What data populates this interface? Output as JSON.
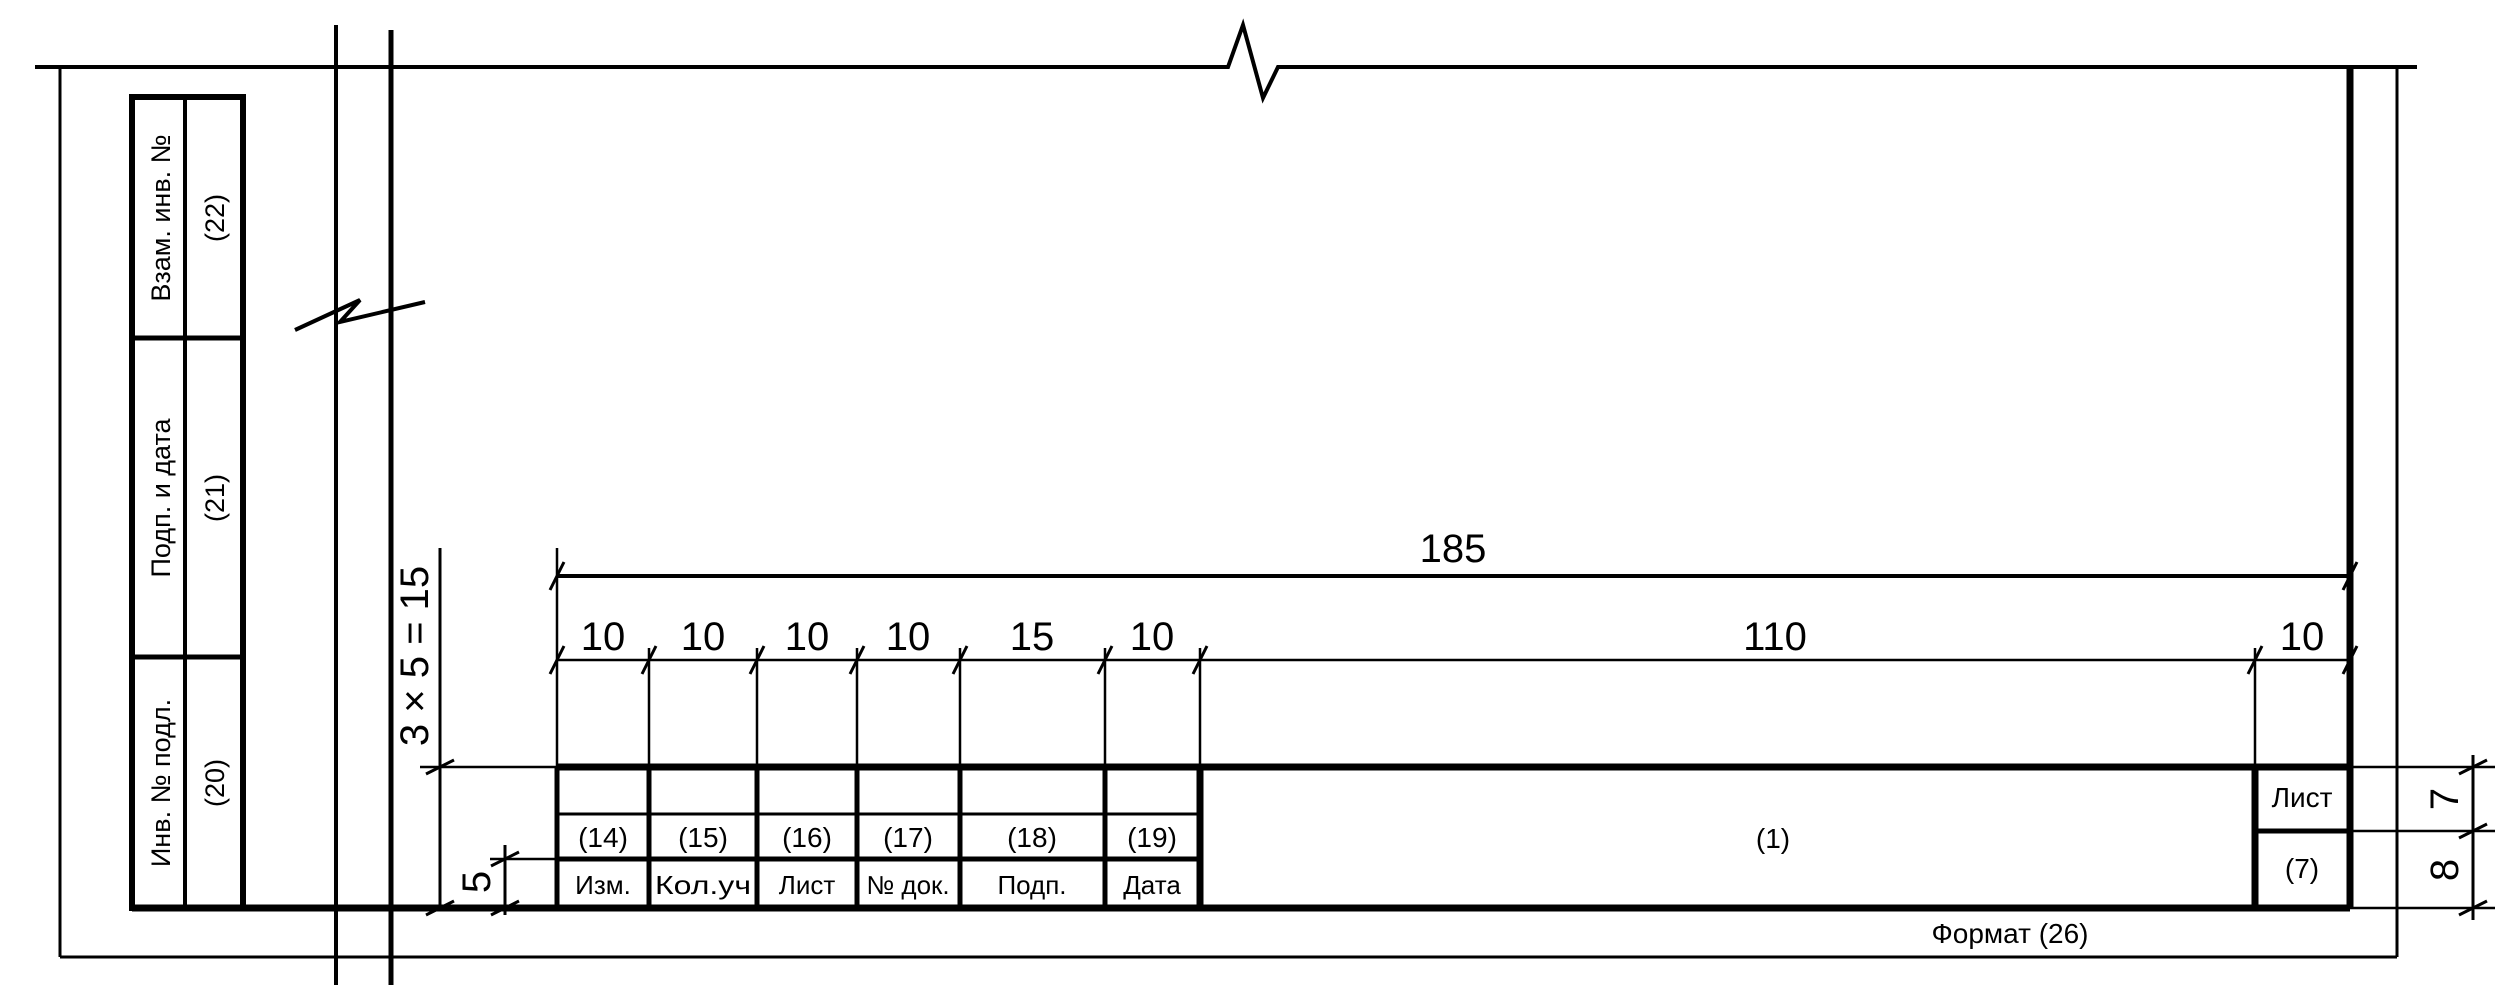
{
  "dimensions": {
    "total": "185",
    "col_izm": "10",
    "col_kolvo": "10",
    "col_list": "10",
    "col_ndok": "10",
    "col_podp": "15",
    "col_data": "10",
    "col_title": "110",
    "col_sheet": "10",
    "stack_height": "3 × 5 = 15",
    "row_height": "5",
    "right_top": "7",
    "right_bottom": "8"
  },
  "stamp": {
    "col_numbers": [
      "(14)",
      "(15)",
      "(16)",
      "(17)",
      "(18)",
      "(19)"
    ],
    "col_headers": [
      "Изм.",
      "Кол.уч",
      "Лист",
      "№ док.",
      "Подп.",
      "Дата"
    ],
    "title_field": "(1)",
    "sheet_label": "Лист",
    "sheet_value": "(7)",
    "format_label": "Формат (26)"
  },
  "side_strip": [
    {
      "label": "Взам. инв. №",
      "number": "(22)"
    },
    {
      "label": "Подп. и дата",
      "number": "(21)"
    },
    {
      "label": "Инв. № подл.",
      "number": "(20)"
    }
  ]
}
